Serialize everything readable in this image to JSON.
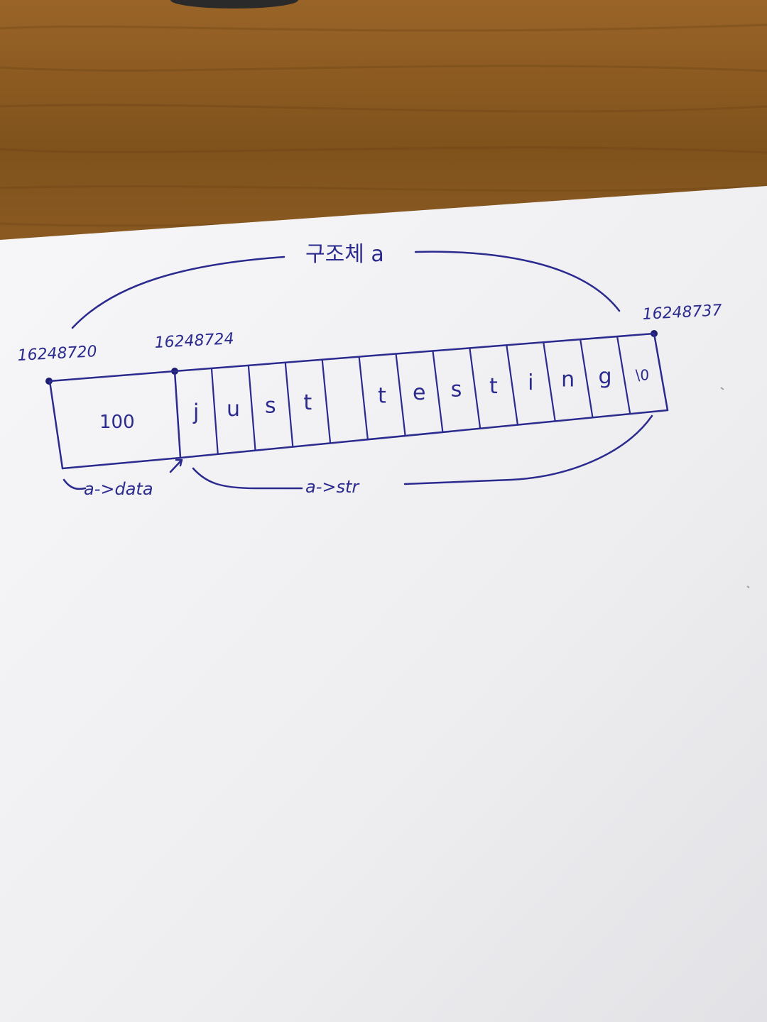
{
  "diagram": {
    "struct_label": "구조체 a",
    "addresses": {
      "start": "16248720",
      "str_start": "16248724",
      "end": "16248737"
    },
    "data_cell_value": "100",
    "str_chars": [
      "j",
      "u",
      "s",
      "t",
      "",
      "t",
      "e",
      "s",
      "t",
      "i",
      "n",
      "g",
      "\\0"
    ],
    "labels": {
      "data_member": "a->data",
      "str_member": "a->str"
    }
  },
  "colors": {
    "ink": "#2b2a8f",
    "wood": "#8a5a22",
    "paper": "#f4f4f6"
  }
}
